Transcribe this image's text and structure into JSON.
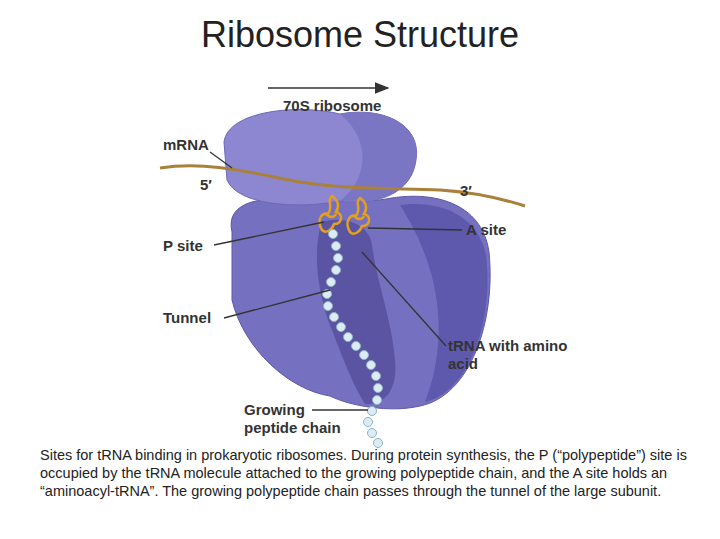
{
  "diagram": {
    "title": "Ribosome Structure",
    "caption": "Sites for tRNA binding in prokaryotic ribosomes. During protein synthesis, the P (“polypeptide”) site is occupied by the tRNA molecule attached to the growing polypeptide chain, and the A site holds an “aminoacyl-tRNA”. The growing polypeptide chain passes through the tunnel of the large subunit.",
    "labels": [
      "70S ribosome",
      "mRNA",
      "5′",
      "3′",
      "P site",
      "A site",
      "Tunnel",
      "tRNA with amino acid",
      "Growing peptide chain"
    ]
  }
}
